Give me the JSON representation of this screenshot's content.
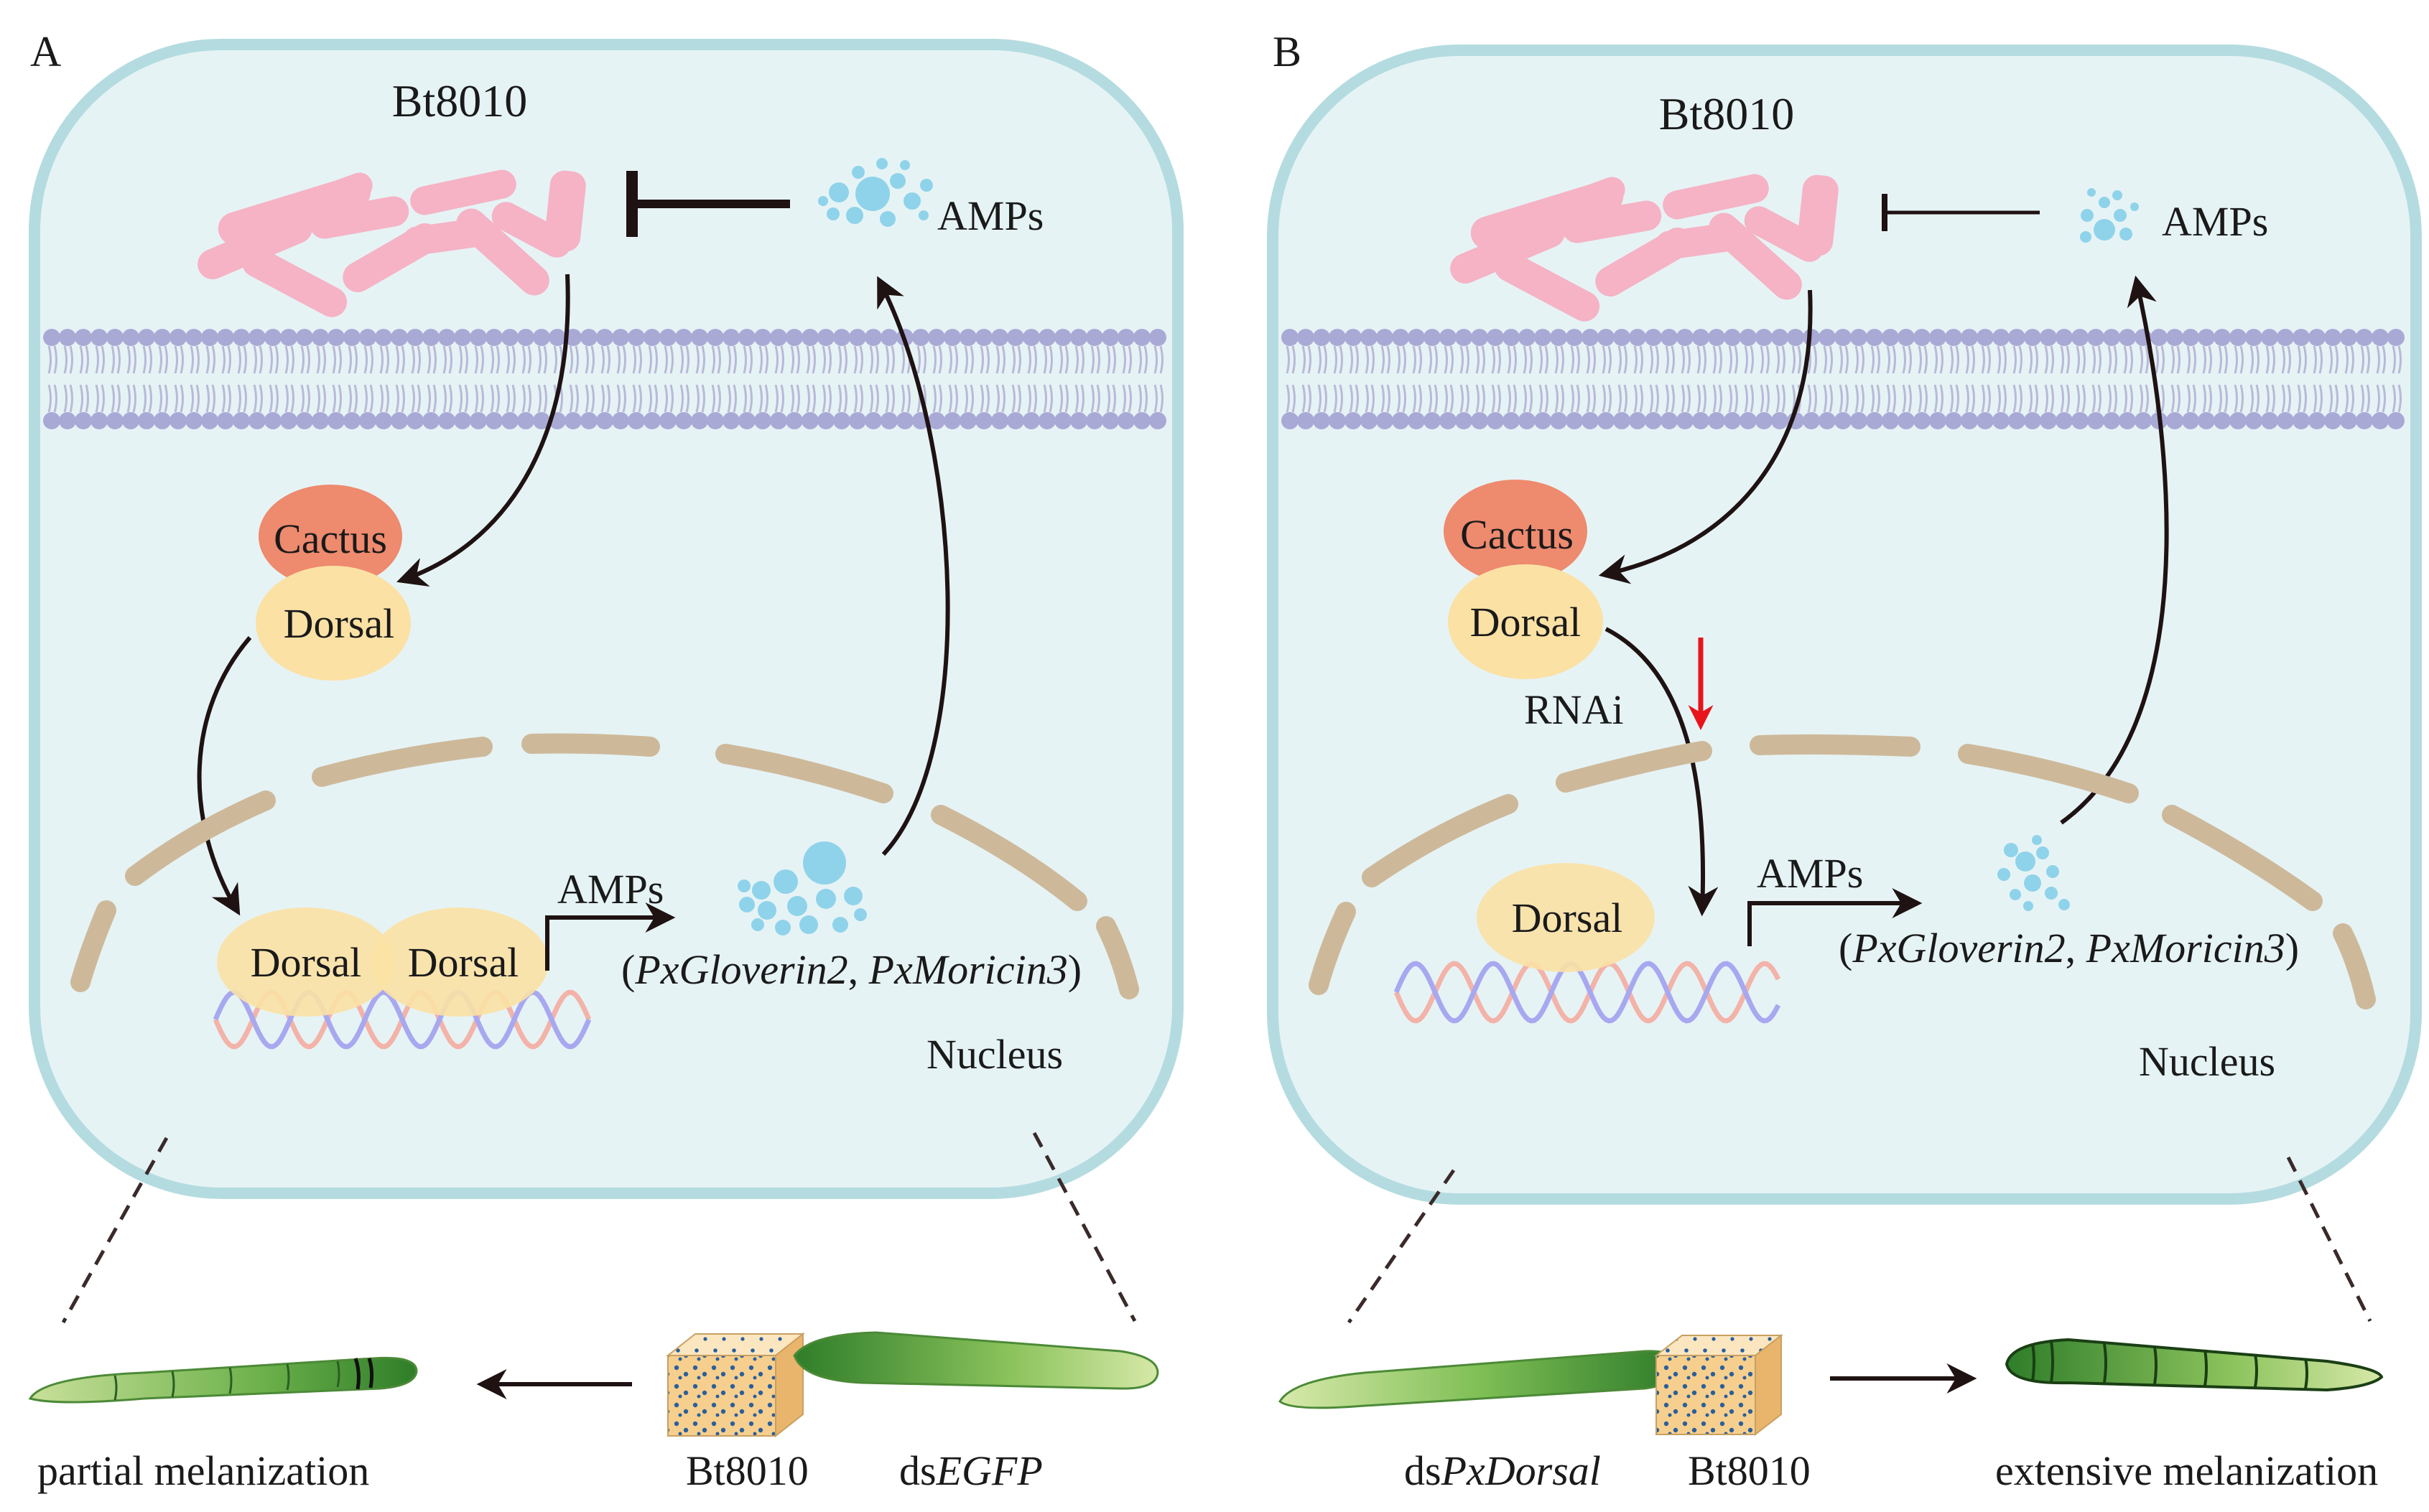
{
  "panels": [
    {
      "label": "A",
      "bacteria": "Bt8010",
      "amps_top": "AMPs",
      "cactus": "Cactus",
      "dorsal": "Dorsal",
      "dorsal_nuc_1": "Dorsal",
      "dorsal_nuc_2": "Dorsal",
      "amps_gene": "AMPs",
      "genes_prefix": "(",
      "gene_1": "PxGloverin2",
      "genes_sep": ", ",
      "gene_2": "PxMoricin3",
      "genes_suffix": ")",
      "nucleus": "Nucleus",
      "outcome": "partial melanization",
      "treatment_bt": "Bt8010",
      "treatment_ds_prefix": "ds",
      "treatment_ds_gene": "EGFP",
      "inhibition": "strong"
    },
    {
      "label": "B",
      "bacteria": "Bt8010",
      "amps_top": "AMPs",
      "cactus": "Cactus",
      "dorsal": "Dorsal",
      "rnai": "RNAi",
      "dorsal_nuc_1": "Dorsal",
      "amps_gene": "AMPs",
      "genes_prefix": "(",
      "gene_1": "PxGloverin2",
      "genes_sep": ", ",
      "gene_2": "PxMoricin3",
      "genes_suffix": ")",
      "nucleus": "Nucleus",
      "outcome": "extensive melanization",
      "treatment_ds_prefix": "ds",
      "treatment_ds_gene": "PxDorsal",
      "treatment_bt": "Bt8010",
      "inhibition": "weak"
    }
  ],
  "colors": {
    "cell_fill": "#e6f3f5",
    "cell_border": "#b4dce0",
    "bacteria": "#f5b3c5",
    "amp": "#8fd3ea",
    "membrane_head": "#a9a9d6",
    "cactus": "#ee8a6e",
    "dorsal": "#fbe1a4",
    "nuclear_envelope": "#cdb99a",
    "dna_red": "#f3b3a8",
    "dna_blue": "#a8a8f0",
    "rnai_arrow": "#e8141b",
    "larva_green": "#5aa83e"
  }
}
